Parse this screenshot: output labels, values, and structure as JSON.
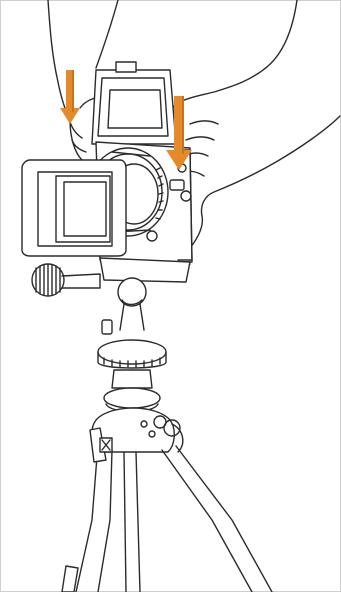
{
  "illustration": {
    "subject": "hands-mounting-medium-format-camera-on-tripod",
    "colors": {
      "background": "#ffffff",
      "frame": "#cfcfcf",
      "line": "#2b2b2b",
      "arrow": "#e48a2a",
      "arrow_shadow": "#c8731f"
    },
    "arrows": [
      {
        "name": "left-down-arrow",
        "direction": "down"
      },
      {
        "name": "right-down-arrow",
        "direction": "down"
      }
    ],
    "icons": [
      "left-hand-icon",
      "right-hand-icon",
      "camera-icon",
      "lens-hood-icon",
      "tripod-head-icon",
      "tripod-legs-icon"
    ]
  }
}
